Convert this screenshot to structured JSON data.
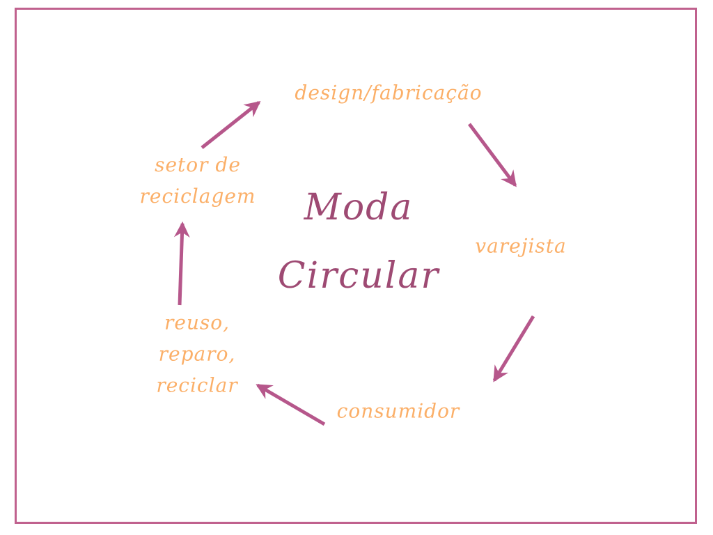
{
  "title": {
    "line1": "Moda",
    "line2": "Circular"
  },
  "nodes": {
    "design_fabricacao": {
      "label": "design/fabricação"
    },
    "varejista": {
      "label": "varejista"
    },
    "consumidor": {
      "label": "consumidor"
    },
    "reuso_reparo_reciclar": {
      "lines": [
        "reuso,",
        "reparo,",
        "reciclar"
      ]
    },
    "setor_de_reciclagem": {
      "lines": [
        "setor de",
        "reciclagem"
      ]
    }
  },
  "arrows": [
    {
      "name": "setor-de-reciclagem-to-design"
    },
    {
      "name": "design-to-varejista"
    },
    {
      "name": "varejista-to-consumidor"
    },
    {
      "name": "consumidor-to-reuso"
    },
    {
      "name": "reuso-to-setor-de-reciclagem"
    }
  ],
  "colors": {
    "orange_label": "#fbaf68",
    "title_pink": "#9e4a73",
    "arrow_pink": "#b6578b",
    "frame_pink": "#c0618e",
    "background": "#ffffff"
  }
}
